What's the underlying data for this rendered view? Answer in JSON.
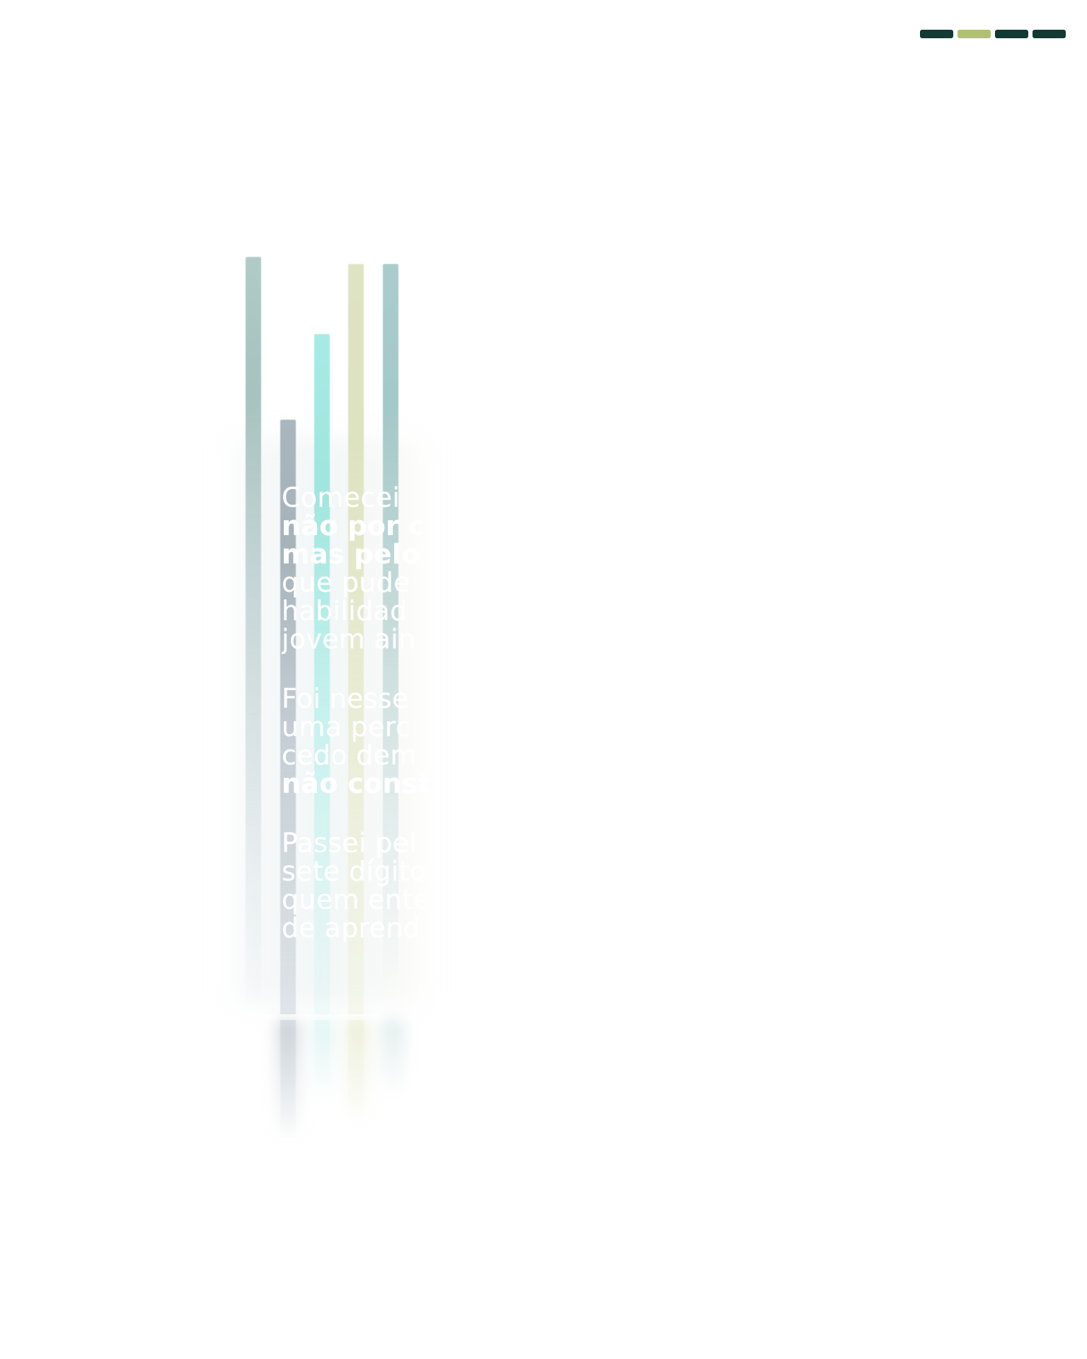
{
  "page_indicator": {
    "items": [
      "",
      "",
      "",
      ""
    ],
    "active_index": 1
  },
  "paragraphs": {
    "p1": {
      "lines": [
        "Comecei",
        "não por c",
        "mas pelo",
        "que pude",
        "habilidad",
        "jovem ain"
      ]
    },
    "p2": {
      "lines": [
        "Foi nesse",
        "uma perc",
        "cedo dem"
      ],
      "bold_line": "não const"
    },
    "p3": {
      "lines": [
        "Passei pel",
        "sete dígito",
        "quem ente",
        "de aprend"
      ]
    }
  },
  "colors": {
    "indicator_inactive": "#103a33",
    "indicator_active": "#aec174",
    "bar_colors": [
      "#b1ccc6",
      "#aab6bd",
      "#a7ebe4",
      "#dfe3c4",
      "#a8cdcc"
    ]
  }
}
